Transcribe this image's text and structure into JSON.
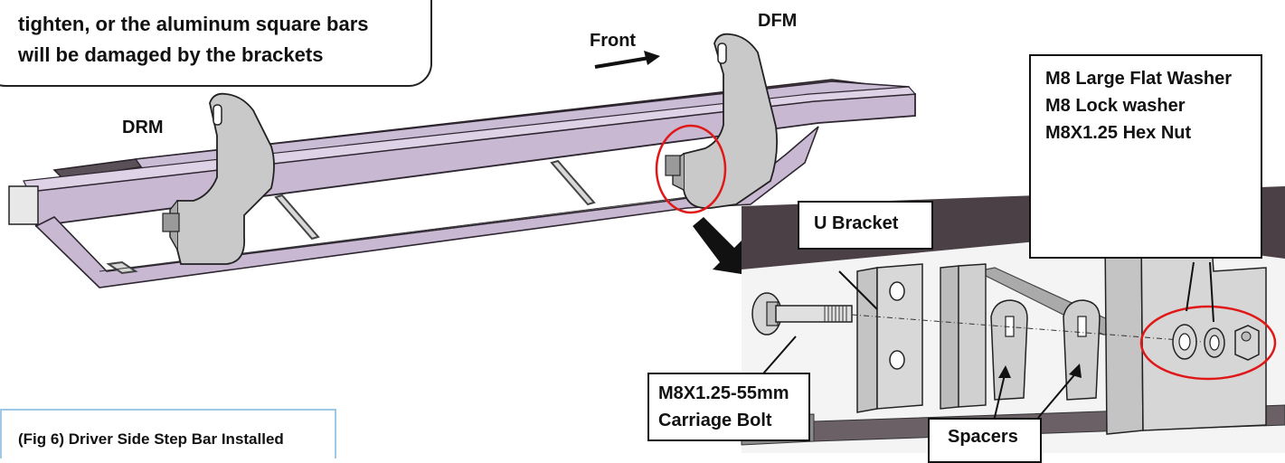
{
  "warning": {
    "line1": "tighten, or the aluminum square bars",
    "line2": "will be damaged by the brackets"
  },
  "labels": {
    "front": "Front",
    "dfm": "DFM",
    "drm": "DRM",
    "u_bracket": "U Bracket"
  },
  "hardware_callout": {
    "line1": "M8 Large Flat Washer",
    "line2": "M8 Lock washer",
    "line3": "M8X1.25 Hex Nut"
  },
  "bolt_callout": {
    "line1": "M8X1.25-55mm",
    "line2": "Carriage Bolt"
  },
  "spacers_label": "Spacers",
  "caption": "(Fig 6) Driver Side Step Bar Installed",
  "colors": {
    "tube": "#c8b8d2",
    "tube_edge": "#3a3040",
    "bracket": "#c9c9c9",
    "frame_dark": "#4a4046",
    "highlight_circle": "#e01818",
    "caption_border": "#9ec9e6"
  }
}
